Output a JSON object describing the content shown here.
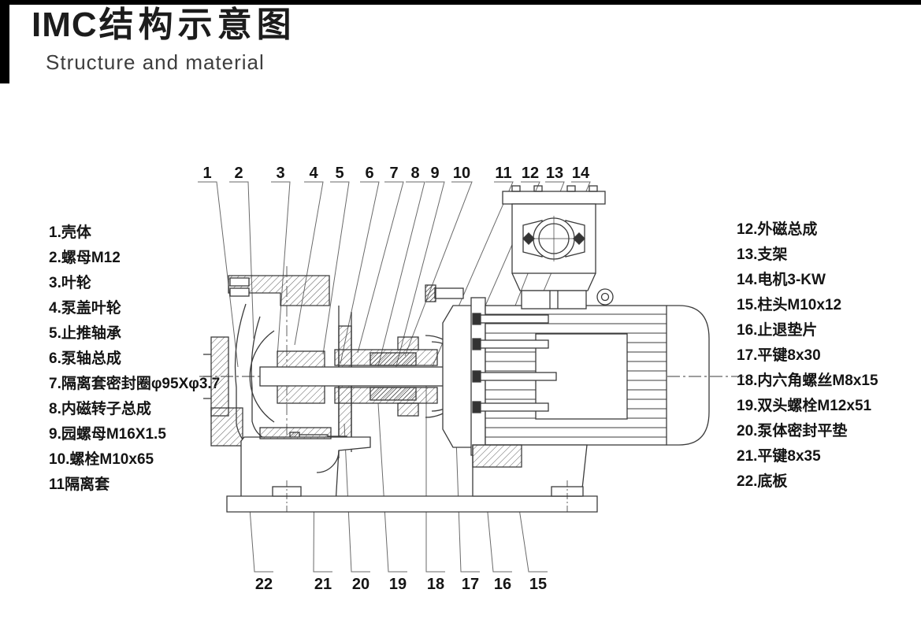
{
  "header": {
    "title_latin": "IMC",
    "title_cn": "结构示意图",
    "subtitle": "Structure and material"
  },
  "parts_left": [
    "1.壳体",
    "2.螺母M12",
    "3.叶轮",
    "4.泵盖叶轮",
    "5.止推轴承",
    "6.泵轴总成",
    "7.隔离套密封圈φ95Xφ3.7",
    "8.内磁转子总成",
    "9.园螺母M16X1.5",
    "10.螺栓M10x65",
    "11隔离套"
  ],
  "parts_right": [
    "12.外磁总成",
    "13.支架",
    "14.电机3-KW",
    "15.柱头M10x12",
    "16.止退垫片",
    "17.平键8x30",
    "18.内六角螺丝M8x15",
    "19.双头螺栓M12x51",
    "20.泵体密封平垫",
    "21.平键8x35",
    "22.底板"
  ],
  "callouts_top": [
    "1",
    "2",
    "3",
    "4",
    "5",
    "6",
    "7",
    "8",
    "9",
    "10",
    "11",
    "12",
    "13",
    "14"
  ],
  "callouts_bottom": [
    "22",
    "21",
    "20",
    "19",
    "18",
    "17",
    "16",
    "15"
  ],
  "colors": {
    "line": "#3b3b3b",
    "text": "#141414",
    "background": "#ffffff"
  }
}
